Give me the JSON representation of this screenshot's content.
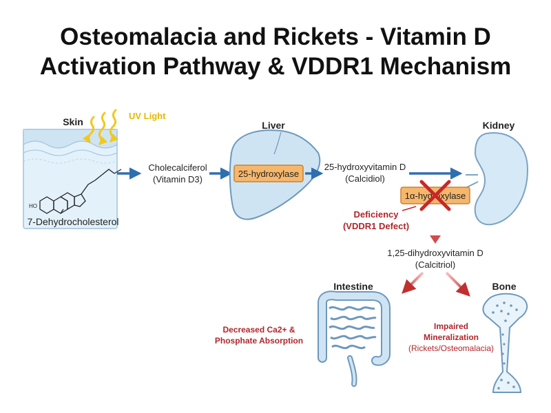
{
  "title": {
    "line1": "Osteomalacia and Rickets - Vitamin D",
    "line2": "Activation Pathway & VDDR1 Mechanism"
  },
  "skin": {
    "label": "Skin",
    "uv_label": "UV Light",
    "compound": "7-Dehydrocholesterol",
    "ho_label": "HO"
  },
  "cholecalciferol": {
    "line1": "Cholecalciferol",
    "line2": "(Vitamin D3)"
  },
  "liver": {
    "label": "Liver",
    "enzyme": "25-hydroxylase"
  },
  "calcidiol": {
    "line1": "25-hydroxyvitamin D",
    "line2": "(Calcidiol)"
  },
  "kidney": {
    "label": "Kidney",
    "enzyme": "1α-hydroxylase"
  },
  "deficiency": {
    "line1": "Deficiency",
    "line2": "(VDDR1 Defect)"
  },
  "calcitriol": {
    "line1": "1,25-dihydroxyvitamin D",
    "line2": "(Calcitriol)"
  },
  "intestine": {
    "label": "Intestine",
    "effect_line1": "Decreased Ca2+ &",
    "effect_line2": "Phosphate Absorption"
  },
  "bone": {
    "label": "Bone",
    "effect_line1": "Impaired",
    "effect_line2": "Mineralization",
    "effect_line3": "(Rickets/Osteomalacia)"
  },
  "colors": {
    "arrow_blue": "#2e6fb0",
    "enzyme_fill": "#f6b76c",
    "enzyme_stroke": "#c9822f",
    "defect_red": "#b0252a",
    "organ_fill": "#cfe4f3",
    "organ_stroke": "#6d98bd",
    "uv_yellow": "#f2c81c"
  }
}
